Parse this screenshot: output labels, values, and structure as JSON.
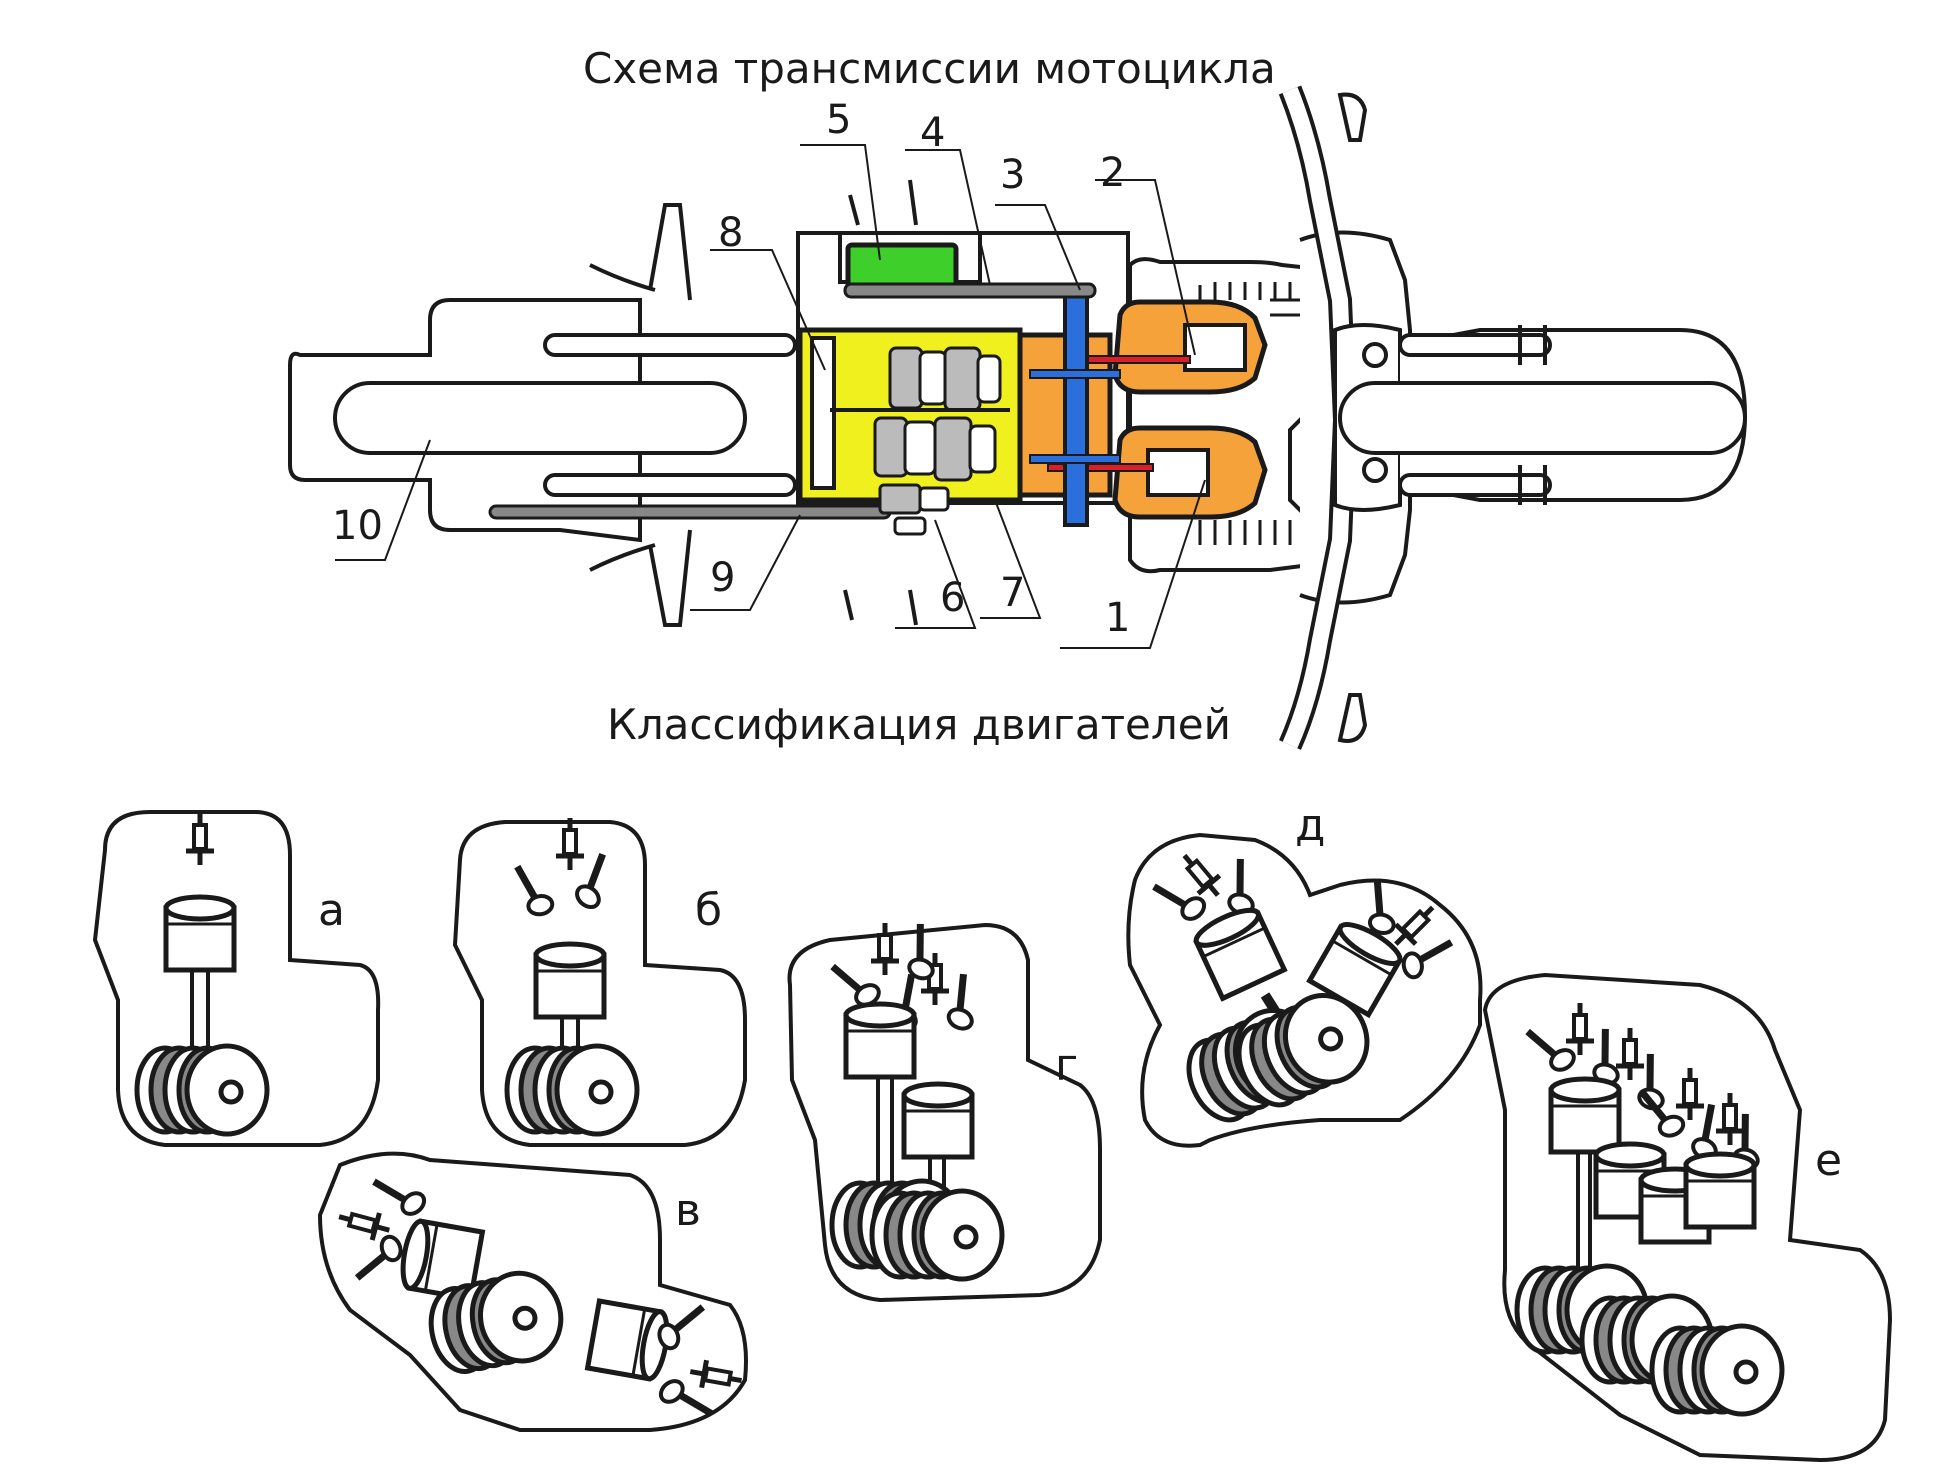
{
  "titles": {
    "scheme": "Схема трансмиссии мотоцикла",
    "classification": "Классификация двигателей"
  },
  "callouts": [
    "1",
    "2",
    "3",
    "4",
    "5",
    "6",
    "7",
    "8",
    "9",
    "10"
  ],
  "engines": [
    "а",
    "б",
    "в",
    "г",
    "д",
    "е"
  ],
  "colors": {
    "gearbox": "#f0f01e",
    "engine_orange": "#f5a23a",
    "clutch_blue": "#2a6fdc",
    "generator_green": "#3fcf2a",
    "rod_red": "#d8202a",
    "outline": "#1a1a1a",
    "crank_gray": "#777777"
  }
}
